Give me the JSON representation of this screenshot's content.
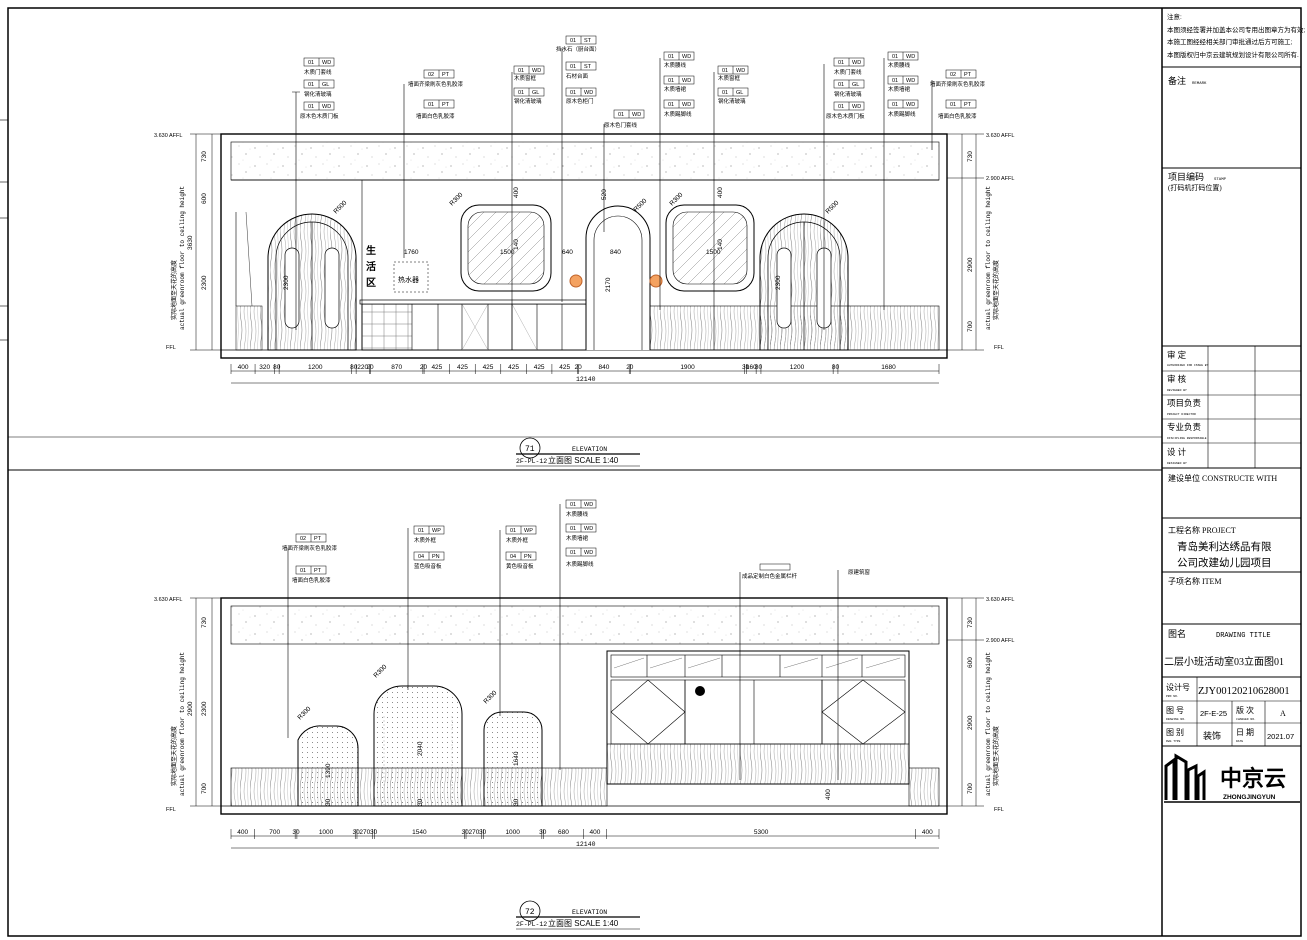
{
  "notes": {
    "heading": "注意:",
    "lines": [
      "本图须经签署并加盖本公司专用出图章方为有效;",
      "本施工图经经相关部门审批通过后方可施工;",
      "本图版权归中京云建筑规划设计有限公司所有."
    ]
  },
  "title_block": {
    "remark_label": "备注",
    "remark_en": "REMARK",
    "project_code_label": "项目编码",
    "project_code_en": "STAMP",
    "project_code_hint": "(打码机打码位置)",
    "approval_rows": [
      {
        "label": "审  定",
        "en": "AUTHORIZED FOR ISSUE BY"
      },
      {
        "label": "审  核",
        "en": "REVIEWED BY"
      },
      {
        "label": "项目负责",
        "en": "PROJECT DIRECTOR"
      },
      {
        "label": "专业负责",
        "en": "DISCIPLINE RESPONSIBLE"
      },
      {
        "label": "设  计",
        "en": "DESIGNED BY"
      }
    ],
    "construction_unit": "建设单位  CONSTRUCTE WITH",
    "project_label": "工程名称  PROJECT",
    "project_name_1": "青岛美利达绣品有限",
    "project_name_2": "公司改建幼儿园项目",
    "item_label": "子项名称  ITEM",
    "drawing_label": "图名",
    "drawing_label_en": "DRAWING TITLE",
    "drawing_title": "二层小班活动室03立面图01",
    "design_no_label": "设计号",
    "design_no_en": "PRO NO.",
    "design_no": "ZJY00120210628001",
    "drawing_no_label": "图  号",
    "drawing_no_en": "DRAWING NO.",
    "drawing_no": "2F-E-25",
    "version_label": "版  次",
    "version_en": "CHANGED NO.",
    "version": "A",
    "discipline_label": "图  别",
    "discipline_en": "DWG TYPE",
    "discipline": "装饰",
    "date_label": "日  期",
    "date_en": "DATE",
    "date": "2021.07",
    "logo_text": "中京云",
    "logo_en": "ZHONGJINGYUN"
  },
  "elev1": {
    "number": "71",
    "sheet_ref": "2F-PL-12",
    "elevation_word": "ELEVATION",
    "title": "立面图  SCALE 1:40",
    "dims_bottom": [
      "400",
      "320",
      "80",
      "1200",
      "80",
      "220",
      "20",
      "870",
      "20",
      "425",
      "425",
      "425",
      "425",
      "425",
      "425",
      "20",
      "840",
      "20",
      "1900",
      "30",
      "160",
      "80",
      "1200",
      "80",
      "1680"
    ],
    "total": "12140",
    "level_top": "3.630 AFFL",
    "level_mid": "2.900 AFFL",
    "level_ffl": "FFL",
    "side_text_cn": "实际地面至天花的高度",
    "side_text_en": "actual greenroom floor to ceiling height",
    "left_dims": [
      "730",
      "600",
      "3630",
      "2300"
    ],
    "right_dims": [
      "730",
      "2900",
      "700"
    ],
    "callouts": [
      {
        "rows": [
          [
            "01",
            "WD",
            "木质门套线"
          ],
          [
            "01",
            "GL",
            "钢化清玻璃"
          ],
          [
            "01",
            "WD",
            "原木色木质门板"
          ]
        ]
      },
      {
        "rows": [
          [
            "02",
            "PT",
            "墙面齐梁刷灰色乳胶漆"
          ],
          [
            "01",
            "PT",
            "墙面白色乳胶漆"
          ]
        ]
      },
      {
        "rows": [
          [
            "01",
            "WD",
            "木质窗框"
          ],
          [
            "01",
            "GL",
            "钢化清玻璃"
          ]
        ]
      },
      {
        "rows": [
          [
            "01",
            "ST",
            "挡水石（厨台面）"
          ],
          [
            "01",
            "ST",
            "石材台面"
          ],
          [
            "01",
            "WD",
            "原木色柜门"
          ]
        ]
      },
      {
        "rows": [
          [
            "01",
            "WD",
            "原木色门套线"
          ]
        ]
      },
      {
        "rows": [
          [
            "01",
            "WD",
            "木质腰线"
          ],
          [
            "01",
            "WD",
            "木质墙裙"
          ],
          [
            "01",
            "WD",
            "木质踢脚线"
          ]
        ]
      },
      {
        "rows": [
          [
            "01",
            "WD",
            "木质窗框"
          ],
          [
            "01",
            "GL",
            "钢化清玻璃"
          ]
        ]
      },
      {
        "rows": [
          [
            "01",
            "WD",
            "木质门套线"
          ],
          [
            "01",
            "GL",
            "钢化清玻璃"
          ],
          [
            "01",
            "WD",
            "原木色木质门板"
          ]
        ]
      },
      {
        "rows": [
          [
            "01",
            "WD",
            "木质腰线"
          ],
          [
            "01",
            "WD",
            "木质墙裙"
          ],
          [
            "01",
            "WD",
            "木质踢脚线"
          ]
        ]
      },
      {
        "rows": [
          [
            "02",
            "PT",
            "墙面齐梁刷灰色乳胶漆"
          ],
          [
            "01",
            "PT",
            "墙面白色乳胶漆"
          ]
        ]
      }
    ],
    "area_label_1": "生",
    "area_label_2": "活",
    "area_label_3": "区",
    "heater_label": "热水器",
    "inner_dims": [
      "1760",
      "1500",
      "640",
      "840",
      "1500",
      "520",
      "2170",
      "400",
      "400",
      "140",
      "140",
      "R300",
      "R500",
      "R500",
      "R500",
      "R300",
      "2300",
      "2300"
    ]
  },
  "elev2": {
    "number": "72",
    "sheet_ref": "2F-PL-12",
    "elevation_word": "ELEVATION",
    "title": "立面图  SCALE 1:40",
    "dims_bottom": [
      "400",
      "700",
      "30",
      "1000",
      "30",
      "270",
      "30",
      "1540",
      "30",
      "270",
      "30",
      "1000",
      "30",
      "680",
      "400",
      "5300",
      "400"
    ],
    "total": "12140",
    "level_top": "3.630 AFFL",
    "level_mid": "2.900 AFFL",
    "level_ffl": "FFL",
    "side_text_cn": "实际地面至天花的高度",
    "side_text_en": "actual greenroom floor to ceiling height",
    "left_dims": [
      "730",
      "2300",
      "2900",
      "700"
    ],
    "right_dims": [
      "730",
      "600",
      "2900",
      "700"
    ],
    "callouts": [
      {
        "rows": [
          [
            "02",
            "PT",
            "墙面齐梁刷灰色乳胶漆"
          ],
          [
            "01",
            "PT",
            "墙面白色乳胶漆"
          ]
        ]
      },
      {
        "rows": [
          [
            "01",
            "WP",
            "木质外框"
          ],
          [
            "04",
            "PN",
            "蓝色吸音板"
          ]
        ]
      },
      {
        "rows": [
          [
            "01",
            "WP",
            "木质外框"
          ],
          [
            "04",
            "PN",
            "黄色吸音板"
          ]
        ]
      },
      {
        "rows": [
          [
            "01",
            "WD",
            "木质腰线"
          ],
          [
            "01",
            "WD",
            "木质墙裙"
          ],
          [
            "01",
            "WD",
            "木质踢脚线"
          ]
        ]
      }
    ],
    "window_label": "成品定制白色金属栏杆",
    "window_label2": "原建筑窗",
    "inner_dims": [
      "R300",
      "R300",
      "R300",
      "1390",
      "2040",
      "1640",
      "30",
      "30",
      "30",
      "400"
    ]
  }
}
